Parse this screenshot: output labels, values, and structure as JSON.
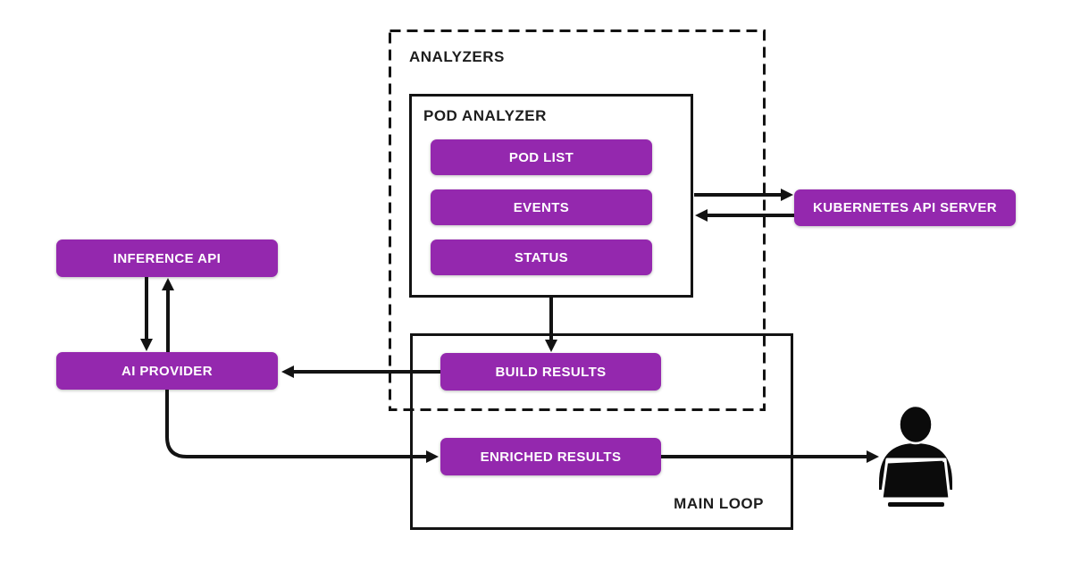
{
  "diagram": {
    "groups": {
      "analyzers": {
        "label": "ANALYZERS"
      },
      "pod_analyzer": {
        "label": "POD ANALYZER"
      },
      "main_loop": {
        "label": "MAIN LOOP"
      }
    },
    "nodes": {
      "pod_list": {
        "label": "POD LIST"
      },
      "events": {
        "label": "EVENTS"
      },
      "status": {
        "label": "STATUS"
      },
      "kubernetes_api_server": {
        "label": "KUBERNETES API SERVER"
      },
      "inference_api": {
        "label": "INFERENCE API"
      },
      "ai_provider": {
        "label": "AI PROVIDER"
      },
      "build_results": {
        "label": "BUILD RESULTS"
      },
      "enriched_results": {
        "label": "ENRICHED RESULTS"
      }
    },
    "icons": {
      "user": "person-at-laptop-icon"
    },
    "edges": [
      {
        "from": "pod_analyzer",
        "to": "kubernetes_api_server",
        "type": "arrow"
      },
      {
        "from": "kubernetes_api_server",
        "to": "pod_analyzer",
        "type": "arrow"
      },
      {
        "from": "inference_api",
        "to": "ai_provider",
        "type": "arrow"
      },
      {
        "from": "ai_provider",
        "to": "inference_api",
        "type": "arrow"
      },
      {
        "from": "pod_analyzer",
        "to": "build_results",
        "type": "arrow"
      },
      {
        "from": "build_results",
        "to": "ai_provider",
        "type": "arrow"
      },
      {
        "from": "ai_provider",
        "to": "enriched_results",
        "type": "arrow"
      },
      {
        "from": "enriched_results",
        "to": "user",
        "type": "arrow"
      }
    ],
    "colors": {
      "node_fill": "#9428AE",
      "node_text": "#FFFFFF",
      "line": "#131313",
      "label_text": "#1D1D1D",
      "background": "#FFFFFF"
    }
  }
}
